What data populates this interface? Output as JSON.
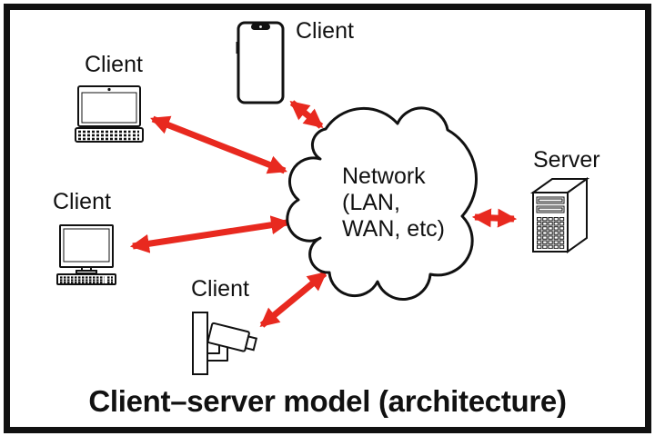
{
  "diagram": {
    "title": "Client–server model (architecture)",
    "labels": {
      "laptop": "Client",
      "phone": "Client",
      "desktop": "Client",
      "camera": "Client",
      "server": "Server"
    },
    "cloud": {
      "lines": [
        "Network",
        "(LAN,",
        "WAN, etc)"
      ]
    },
    "colors": {
      "arrow_red": "#e8291f",
      "outline_black": "#111111",
      "background": "#ffffff"
    }
  }
}
